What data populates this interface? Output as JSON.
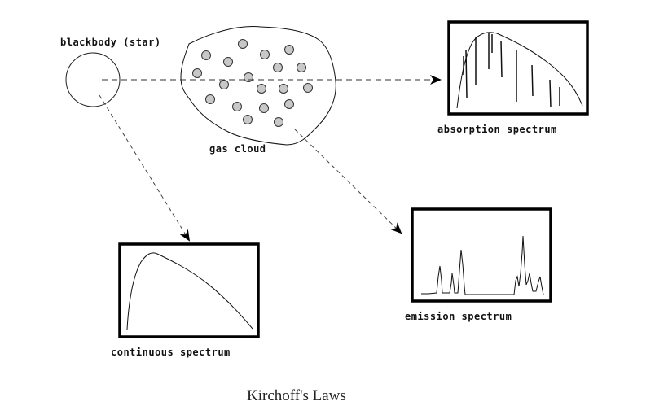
{
  "title": "Kirchoff's Laws",
  "labels": {
    "blackbody": "blackbody (star)",
    "gas_cloud": "gas cloud",
    "absorption": "absorption spectrum",
    "emission": "emission spectrum",
    "continuous": "continuous spectrum"
  },
  "colors": {
    "ink": "#111111",
    "gas_dot": "#c8c8c8",
    "background": "#ffffff"
  }
}
